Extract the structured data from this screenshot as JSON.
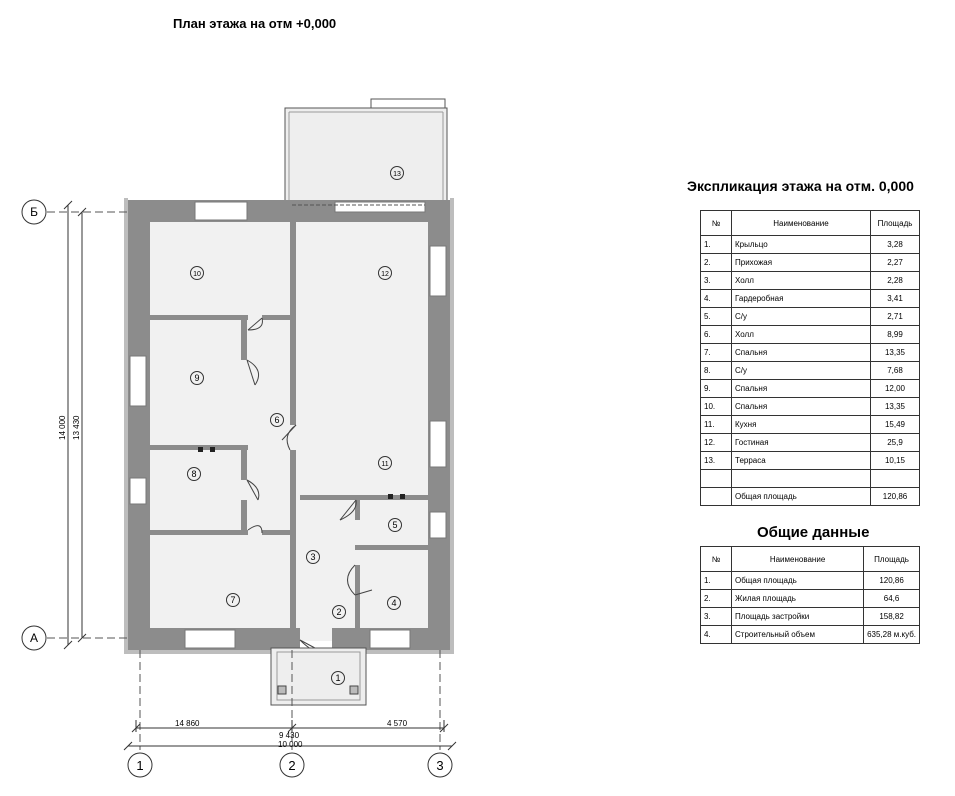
{
  "plan_title": "План этажа на отм +0,000",
  "axes": {
    "rows": [
      "Б",
      "А"
    ],
    "columns": [
      "1",
      "2",
      "3"
    ]
  },
  "dimensions": {
    "vertical_outer": "14 000",
    "vertical_inner": "13 430",
    "bottom_left": "14 860",
    "bottom_right": "4 570",
    "bottom_mid": "9 430",
    "bottom_total": "10 000"
  },
  "room_markers": [
    "1",
    "2",
    "3",
    "4",
    "5",
    "6",
    "7",
    "8",
    "9",
    "10",
    "11",
    "12",
    "13"
  ],
  "explication": {
    "title": "Экспликация этажа на отм. 0,000",
    "headers": [
      "№",
      "Наименование",
      "Площадь"
    ],
    "rows": [
      [
        "1.",
        "Крыльцо",
        "3,28"
      ],
      [
        "2.",
        "Прихожая",
        "2,27"
      ],
      [
        "3.",
        "Холл",
        "2,28"
      ],
      [
        "4.",
        "Гардеробная",
        "3,41"
      ],
      [
        "5.",
        "С/у",
        "2,71"
      ],
      [
        "6.",
        "Холл",
        "8,99"
      ],
      [
        "7.",
        "Спальня",
        "13,35"
      ],
      [
        "8.",
        "С/у",
        "7,68"
      ],
      [
        "9.",
        "Спальня",
        "12,00"
      ],
      [
        "10.",
        "Спальня",
        "13,35"
      ],
      [
        "11.",
        "Кухня",
        "15,49"
      ],
      [
        "12.",
        "Гостиная",
        "25,9"
      ],
      [
        "13.",
        "Терраса",
        "10,15"
      ]
    ],
    "total_label": "Общая площадь",
    "total_value": "120,86"
  },
  "general": {
    "title": "Общие данные",
    "headers": [
      "№",
      "Наименование",
      "Площадь"
    ],
    "rows": [
      [
        "1.",
        "Общая площадь",
        "120,86"
      ],
      [
        "2.",
        "Жилая площадь",
        "64,6"
      ],
      [
        "3.",
        "Площадь застройки",
        "158,82"
      ],
      [
        "4.",
        "Строительный объем",
        "635,28 м.куб."
      ]
    ]
  },
  "colors": {
    "wall": "#8c8c8c",
    "wall_light": "#bdbdbd",
    "floor": "#f1f1f1",
    "line": "#222222"
  }
}
